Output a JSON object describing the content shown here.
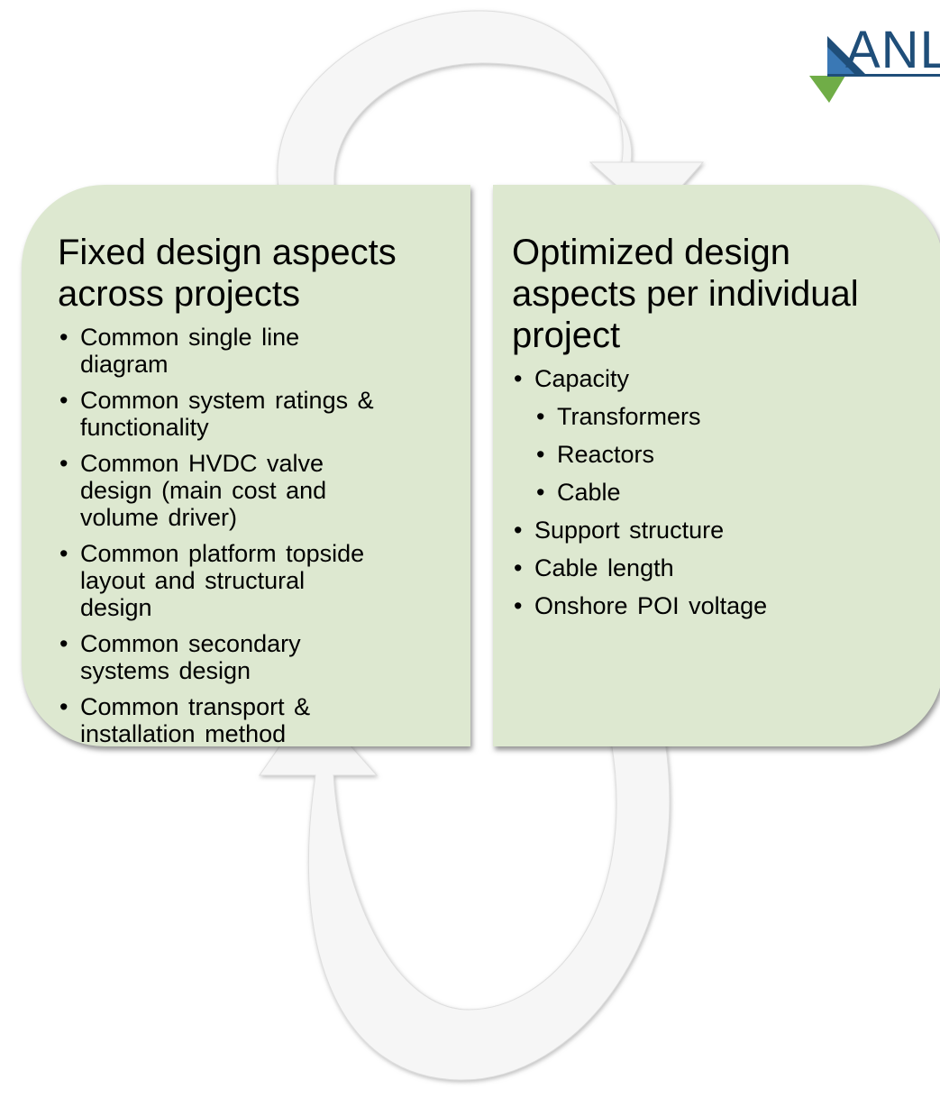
{
  "left_panel": {
    "title_line1": "Fixed design aspects",
    "title_line2": "across projects",
    "items": [
      {
        "lines": [
          "Common  single line",
          "diagram"
        ]
      },
      {
        "lines": [
          "Common  system ratings &",
          "functionality"
        ]
      },
      {
        "lines": [
          "Common  HVDC valve",
          "design (main cost and",
          "volume  driver)"
        ]
      },
      {
        "lines": [
          "Common  platform topside",
          "layout and structural",
          "design"
        ]
      },
      {
        "lines": [
          "Common  secondary",
          "systems design"
        ]
      },
      {
        "lines": [
          "Common  transport &",
          "installation method"
        ]
      }
    ]
  },
  "right_panel": {
    "title_line1": "Optimized design",
    "title_line2": "aspects per individual",
    "title_line3": "project",
    "items": [
      {
        "text": "Capacity",
        "level": 0
      },
      {
        "text": "Transformers",
        "level": 1
      },
      {
        "text": "Reactors",
        "level": 1
      },
      {
        "text": "Cable",
        "level": 1
      },
      {
        "text": "Support  structure",
        "level": 0
      },
      {
        "text": "Cable  length",
        "level": 0
      },
      {
        "text": "Onshore  POI voltage",
        "level": 0
      }
    ]
  },
  "logo": {
    "text": "ANL"
  },
  "colors": {
    "panel_fill": "#dde8d0",
    "arrow_fill": "#f6f6f6",
    "logo_blue": "#1f4e79",
    "logo_green": "#70ad47"
  }
}
